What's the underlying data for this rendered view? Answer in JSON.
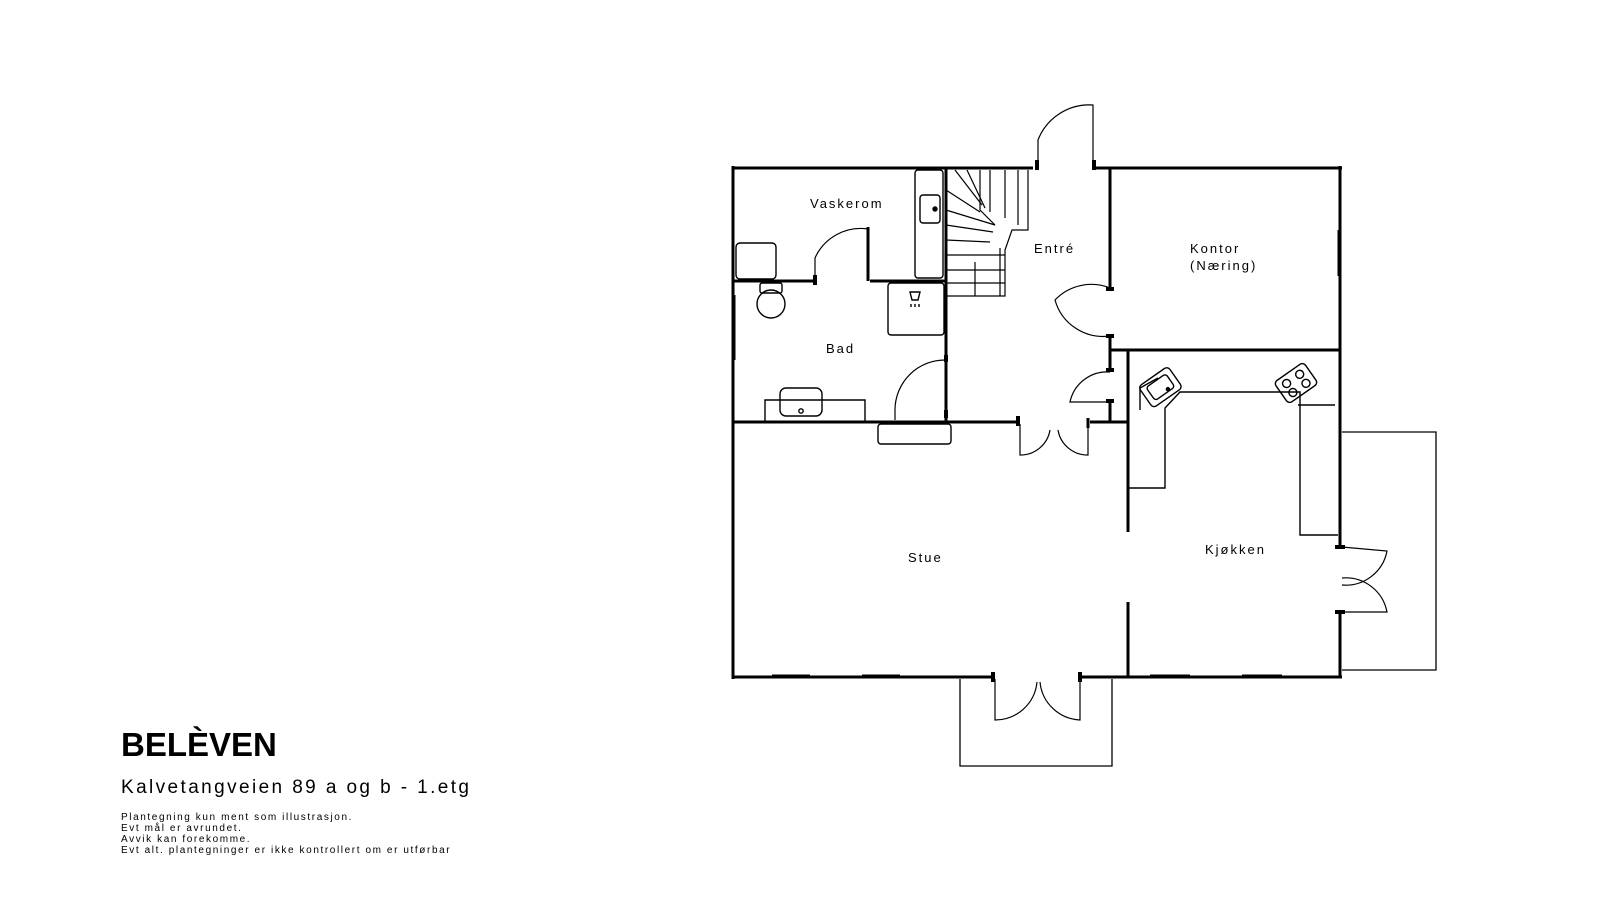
{
  "rooms": {
    "vaskerom": "Vaskerom",
    "entre": "Entré",
    "kontor_line1": "Kontor",
    "kontor_line2": "(Næring)",
    "bad": "Bad",
    "stue": "Stue",
    "kjokken": "Kjøkken"
  },
  "brand": "BELÈVEN",
  "address": "Kalvetangveien 89 a og b - 1.etg",
  "notes": [
    "Plantegning kun ment som illustrasjon.",
    "Evt mål er avrundet.",
    "Avvik kan forekomme.",
    "Evt alt. plantegninger er ikke kontrollert om er utførbar"
  ],
  "colors": {
    "line": "#000000",
    "background": "#ffffff"
  }
}
